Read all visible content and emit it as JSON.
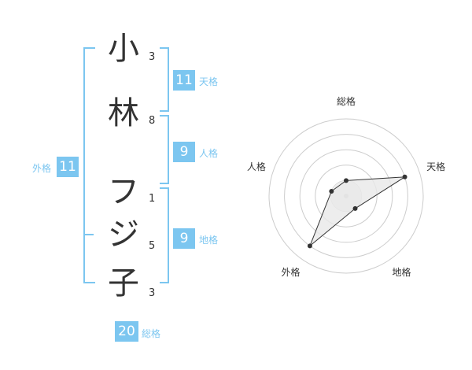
{
  "name_chars": [
    {
      "char": "小",
      "strokes": "3"
    },
    {
      "char": "林",
      "strokes": "8"
    },
    {
      "char": "フ",
      "strokes": "1"
    },
    {
      "char": "ジ",
      "strokes": "5"
    },
    {
      "char": "子",
      "strokes": "3"
    }
  ],
  "kaku": {
    "ten": {
      "label": "天格",
      "value": "11"
    },
    "jin": {
      "label": "人格",
      "value": "9"
    },
    "chi": {
      "label": "地格",
      "value": "9"
    },
    "gai": {
      "label": "外格",
      "value": "11"
    },
    "sou": {
      "label": "総格",
      "value": "20"
    }
  },
  "colors": {
    "accent": "#7cc6f0",
    "text": "#333333",
    "grid": "#cccccc"
  },
  "chart_data": {
    "type": "radar",
    "axes": [
      "総格",
      "天格",
      "地格",
      "外格",
      "人格"
    ],
    "rmax": 5,
    "values": [
      1,
      4,
      1,
      4,
      1
    ],
    "grid": true
  }
}
